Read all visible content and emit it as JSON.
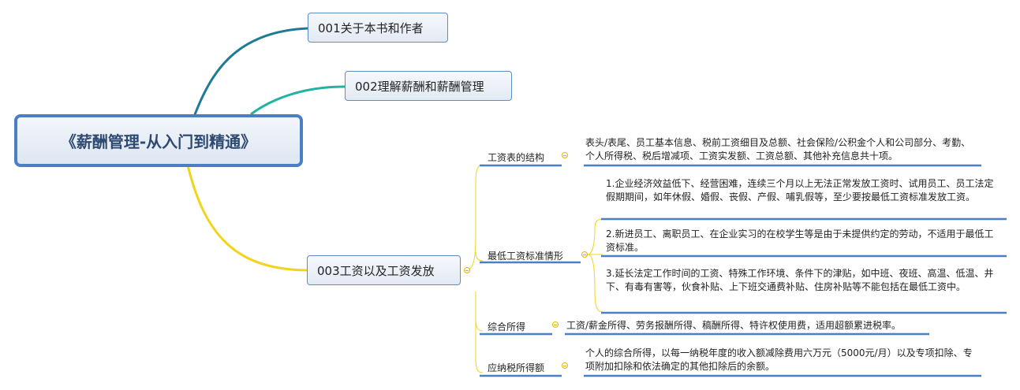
{
  "root": {
    "title": "《薪酬管理-从入门到精通》"
  },
  "topics": [
    {
      "label": "001关于本书和作者"
    },
    {
      "label": "002理解薪酬和薪酬管理"
    },
    {
      "label": "003工资以及工资发放"
    }
  ],
  "subtopics": {
    "salary_table": {
      "label": "工资表的结构",
      "detail": "表头/表尾、员工基本信息、税前工资细目及总额、社会保险/公积金个人和公司部分、考勤、个人所得税、税后增减项、工资实发额、工资总额、其他补充信息共十项。"
    },
    "min_wage": {
      "label": "最低工资标准情形",
      "items": [
        "1.企业经济效益低下、经营困难，连续三个月以上无法正常发放工资时、试用员工、员工法定假期期间，如年休假、婚假、丧假、产假、哺乳假等，至少要按最低工资标准发放工资。",
        "2.新进员工、离职员工、在企业实习的在校学生等是由于未提供约定的劳动，不适用于最低工资标准。",
        "3.延长法定工作时间的工资、特殊工作环境、条件下的津贴，如中班、夜班、高温、低温、井下、有毒有害等，伙食补贴、上下班交通费补贴、住房补贴等不能包括在最低工资中。"
      ]
    },
    "comprehensive_income": {
      "label": "综合所得",
      "detail": "工资/薪金所得、劳务报酬所得、稿酬所得、特许权使用费，适用超额累进税率。"
    },
    "taxable_income": {
      "label": "应纳税所得额",
      "detail": "个人的综合所得，以每一纳税年度的收入额减除费用六万元（5000元/月）以及专项扣除、专项附加扣除和依法确定的其他扣除后的余额。"
    }
  },
  "colors": {
    "branch1": "#1e7b96",
    "branch2": "#1fb3a3",
    "branch3": "#f2d41b",
    "underline": "#4a7fc4"
  }
}
